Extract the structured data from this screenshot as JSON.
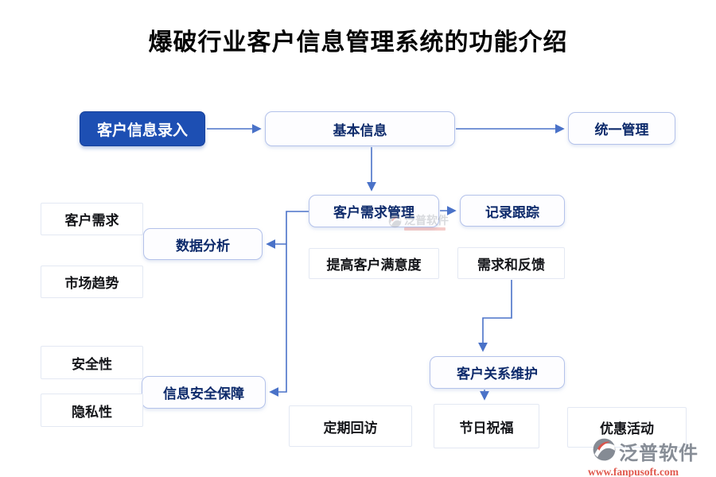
{
  "title": "爆破行业客户信息管理系统的功能介绍",
  "nodes": {
    "entry": {
      "label": "客户信息录入"
    },
    "basic_info": {
      "label": "基本信息"
    },
    "unified_mgmt": {
      "label": "统一管理"
    },
    "demand_mgmt": {
      "label": "客户需求管理"
    },
    "record_tracking": {
      "label": "记录跟踪"
    },
    "customer_demand": {
      "label": "客户需求"
    },
    "data_analysis": {
      "label": "数据分析"
    },
    "market_trend": {
      "label": "市场趋势"
    },
    "satisfaction": {
      "label": "提高客户满意度"
    },
    "demand_feedback": {
      "label": "需求和反馈"
    },
    "security": {
      "label": "安全性"
    },
    "info_security": {
      "label": "信息安全保障"
    },
    "privacy": {
      "label": "隐私性"
    },
    "relationship": {
      "label": "客户关系维护"
    },
    "regular_visit": {
      "label": "定期回访"
    },
    "holiday_greeting": {
      "label": "节日祝福"
    },
    "discount_activity": {
      "label": "优惠活动"
    }
  },
  "branding": {
    "watermark_text": "泛普软件",
    "logo_text": "泛普软件",
    "logo_url": "www.fanpusoft.com"
  },
  "colors": {
    "primary_blue": "#1d4fb3",
    "connector_blue": "#4a72c8",
    "flow_border": "#b4c2ea",
    "flow_text_navy": "#0d2a6b",
    "plain_border": "#e3e8f3",
    "logo_gray": "#878d96",
    "logo_red": "#e0584d"
  }
}
